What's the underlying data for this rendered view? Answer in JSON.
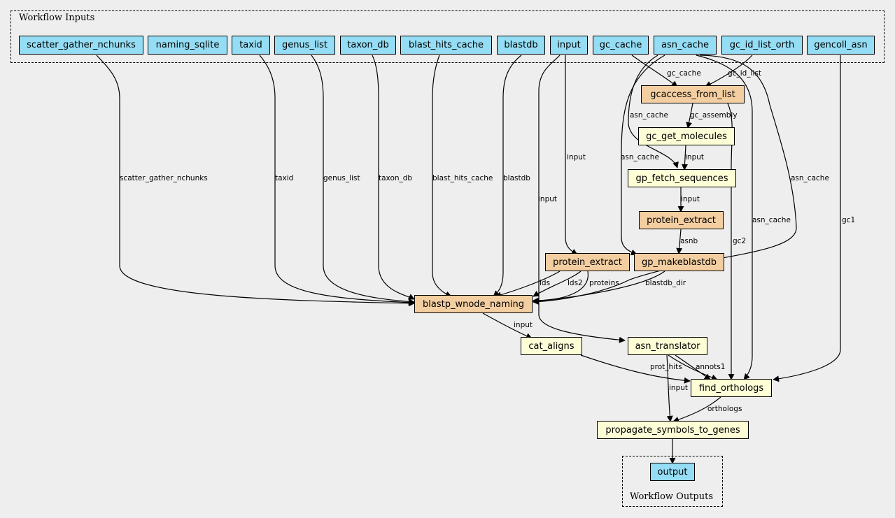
{
  "clusters": {
    "inputs_label": "Workflow Inputs",
    "outputs_label": "Workflow Outputs"
  },
  "inputs": {
    "scatter_gather_nchunks": "scatter_gather_nchunks",
    "naming_sqlite": "naming_sqlite",
    "taxid": "taxid",
    "genus_list": "genus_list",
    "taxon_db": "taxon_db",
    "blast_hits_cache": "blast_hits_cache",
    "blastdb": "blastdb",
    "input": "input",
    "gc_cache": "gc_cache",
    "asn_cache": "asn_cache",
    "gc_id_list_orth": "gc_id_list_orth",
    "gencoll_asn": "gencoll_asn"
  },
  "steps": {
    "gcaccess_from_list": "gcaccess_from_list",
    "gc_get_molecules": "gc_get_molecules",
    "gp_fetch_sequences": "gp_fetch_sequences",
    "protein_extract_top": "protein_extract",
    "protein_extract_left": "protein_extract",
    "gp_makeblastdb": "gp_makeblastdb",
    "blastp_wnode_naming": "blastp_wnode_naming",
    "cat_aligns": "cat_aligns",
    "asn_translator": "asn_translator",
    "find_orthologs": "find_orthologs",
    "propagate_symbols_to_genes": "propagate_symbols_to_genes"
  },
  "outputs": {
    "output": "output"
  },
  "edge_labels": {
    "scatter_gather_nchunks": "scatter_gather_nchunks",
    "taxid": "taxid",
    "genus_list": "genus_list",
    "taxon_db": "taxon_db",
    "blast_hits_cache": "blast_hits_cache",
    "blastdb": "blastdb",
    "input_to_asn_translator": "input",
    "input_to_protein_extract": "input",
    "gc_cache": "gc_cache",
    "gc_id_list": "gc_id_list",
    "asn_cache_fetch": "asn_cache",
    "asn_cache_makeblastdb": "asn_cache",
    "asn_cache_blastp": "asn_cache",
    "asn_cache_find": "asn_cache",
    "gc_assembly": "gc_assembly",
    "molecules_input": "input",
    "fetch_input": "input",
    "asnb": "asnb",
    "gc2": "gc2",
    "gc1": "gc1",
    "ids": "ids",
    "lds2": "lds2",
    "proteins": "proteins",
    "blastdb_dir": "blastdb_dir",
    "blastp_input": "input",
    "prot_hits": "prot_hits",
    "annots1": "annots1",
    "translator_input": "input",
    "orthologs": "orthologs"
  }
}
